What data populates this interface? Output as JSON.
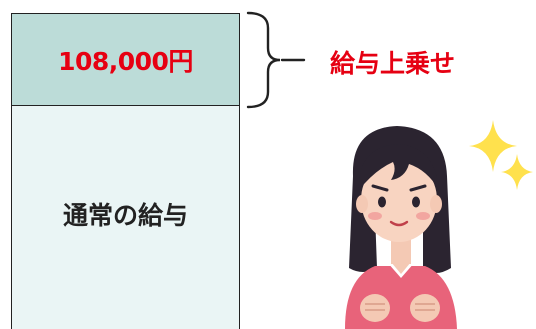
{
  "diagram": {
    "extra_pay_amount": "108,000円",
    "normal_pay_label": "通常の給与",
    "extra_pay_caption": "給与上乗せ"
  },
  "colors": {
    "extra_pay_block": "#bcdcd8",
    "normal_pay_block": "#eaf5f5",
    "accent_text": "#e60012",
    "border": "#222222"
  },
  "icons": {
    "brace": "right-curly-brace-icon",
    "person": "happy-woman-illustration",
    "sparkle": "sparkle-icon"
  }
}
